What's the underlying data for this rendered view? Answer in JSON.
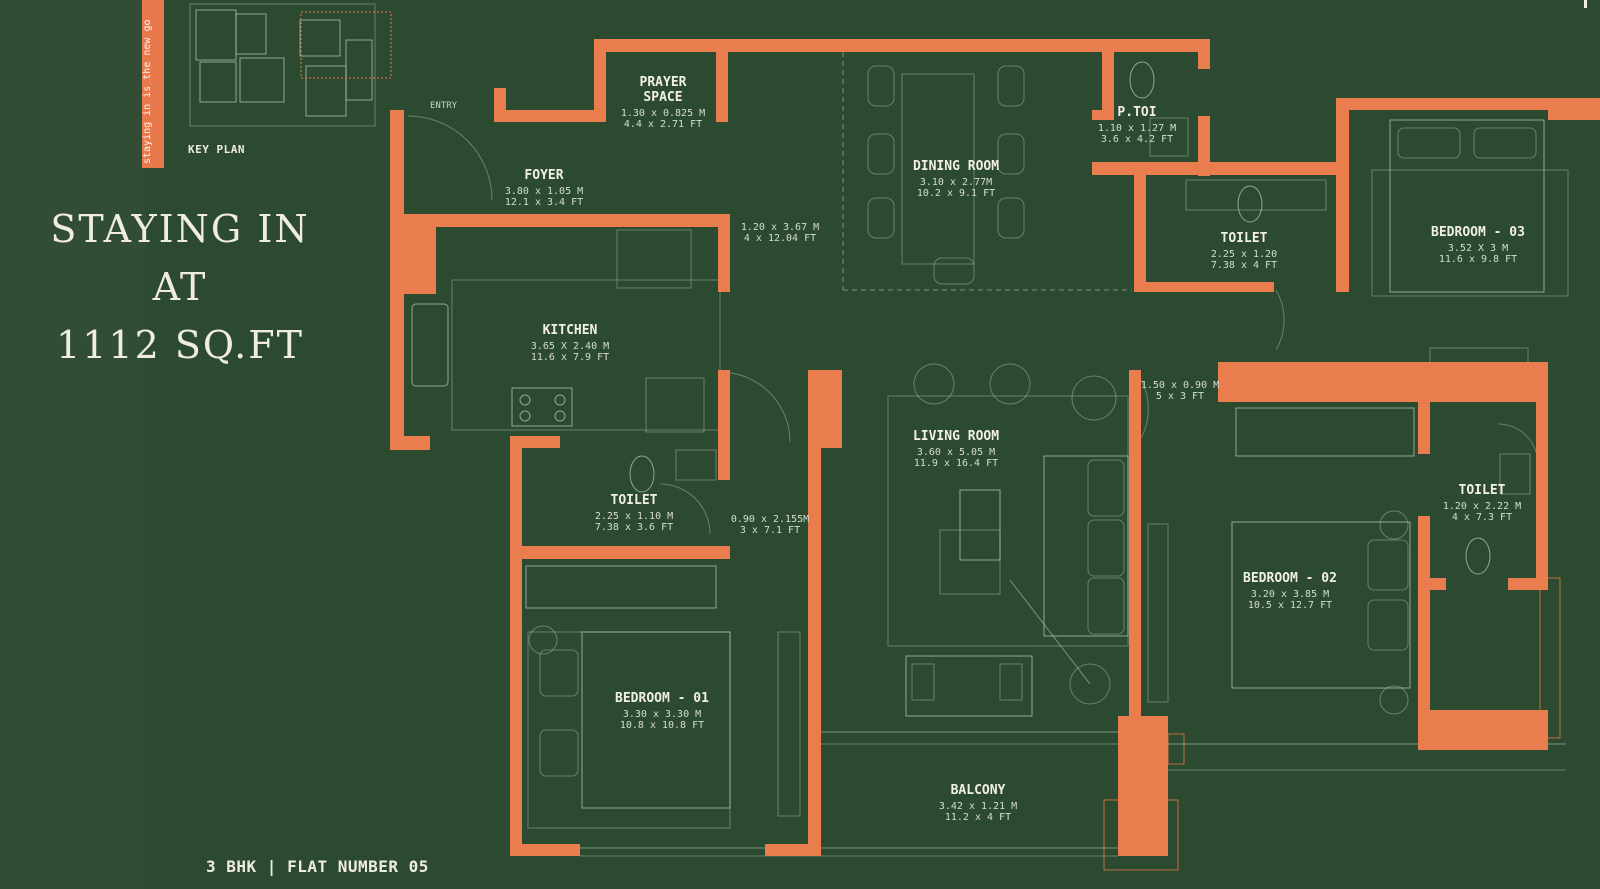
{
  "brand": {
    "tagline": "staying in is the new go",
    "headline_line1": "STAYING IN AT",
    "headline_line2": "1112 SQ.FT",
    "key_plan_label": "KEY PLAN",
    "footer_label": "3 BHK | FLAT NUMBER 05"
  },
  "colors": {
    "background": "#2b4a2f",
    "wall": "#ea7d4e",
    "text": "#f1ece0"
  },
  "plan": {
    "entry_label": "ENTRY",
    "rooms": [
      {
        "id": "prayer-space",
        "name_lines": [
          "PRAYER",
          "SPACE"
        ],
        "dims": [
          "1.30 x 0.825 M",
          "4.4 x 2.71 FT"
        ]
      },
      {
        "id": "foyer",
        "name_lines": [
          "FOYER"
        ],
        "dims": [
          "3.80 x 1.05 M",
          "12.1 x 3.4 FT"
        ]
      },
      {
        "id": "dining-room",
        "name_lines": [
          "DINING ROOM"
        ],
        "dims": [
          "3.10 x 2.77M",
          "10.2 x 9.1 FT"
        ]
      },
      {
        "id": "p-toi",
        "name_lines": [
          "P.TOI"
        ],
        "dims": [
          "1.10 x 1.27 M",
          "3.6 x 4.2 FT"
        ]
      },
      {
        "id": "toilet-top",
        "name_lines": [
          "TOILET"
        ],
        "dims": [
          "2.25 x 1.20",
          "7.38 x 4 FT"
        ]
      },
      {
        "id": "bedroom-03",
        "name_lines": [
          "BEDROOM - 03"
        ],
        "dims": [
          "3.52 X 3 M",
          "11.6 x 9.8 FT"
        ]
      },
      {
        "id": "passage-1",
        "name_lines": [],
        "dims": [
          "1.20 x 3.67 M",
          "4 x 12.04 FT"
        ]
      },
      {
        "id": "kitchen",
        "name_lines": [
          "KITCHEN"
        ],
        "dims": [
          "3.65 X 2.40 M",
          "11.6 x 7.9 FT"
        ]
      },
      {
        "id": "living-room",
        "name_lines": [
          "LIVING ROOM"
        ],
        "dims": [
          "3.60 x 5.05 M",
          "11.9 x 16.4 FT"
        ]
      },
      {
        "id": "passage-2",
        "name_lines": [],
        "dims": [
          "1.50 x 0.90 M",
          "5 x 3 FT"
        ]
      },
      {
        "id": "toilet-mid",
        "name_lines": [
          "TOILET"
        ],
        "dims": [
          "2.25 x 1.10 M",
          "7.38 x  3.6 FT"
        ]
      },
      {
        "id": "passage-3",
        "name_lines": [],
        "dims": [
          "0.90 x 2.155M",
          "3 x 7.1 FT"
        ]
      },
      {
        "id": "toilet-right",
        "name_lines": [
          "TOILET"
        ],
        "dims": [
          "1.20 x 2.22 M",
          "4 x 7.3 FT"
        ]
      },
      {
        "id": "bedroom-02",
        "name_lines": [
          "BEDROOM - 02"
        ],
        "dims": [
          "3.20 x 3.85 M",
          "10.5 x 12.7 FT"
        ]
      },
      {
        "id": "bedroom-01",
        "name_lines": [
          "BEDROOM - 01"
        ],
        "dims": [
          "3.30 x 3.30 M",
          "10.8 x 10.8 FT"
        ]
      },
      {
        "id": "balcony",
        "name_lines": [
          "BALCONY"
        ],
        "dims": [
          "3.42 x 1.21 M",
          "11.2 x 4 FT"
        ]
      }
    ]
  }
}
